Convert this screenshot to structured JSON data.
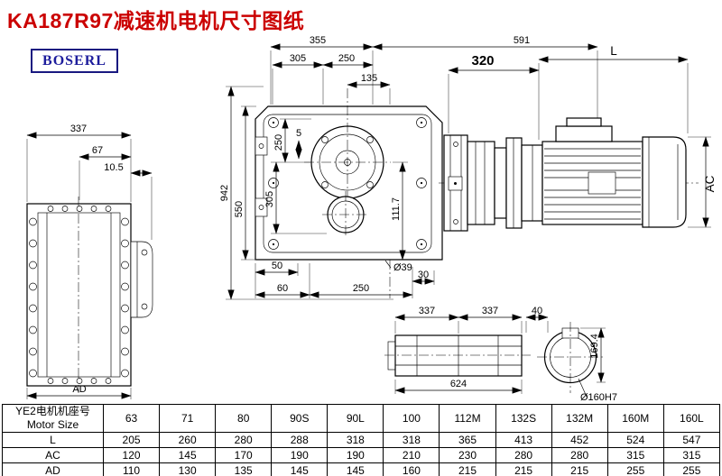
{
  "title": "KA187R97减速机电机尺寸图纸",
  "brand": {
    "logo_text": "BOSERL"
  },
  "colors": {
    "title_red": "#cb0000",
    "brand_blue": "#1d1d9c",
    "line_black": "#000000",
    "background": "#ffffff"
  },
  "dims": {
    "left_337": "337",
    "left_67": "67",
    "left_10_5": "10.5",
    "left_AD": "AD",
    "top_355": "355",
    "top_591": "591",
    "top_305": "305",
    "top_250": "250",
    "top_135": "135",
    "v_250": "250",
    "v_5": "5",
    "v_305": "305",
    "v_550": "550",
    "v_942": "942",
    "v_111_7": "111.7",
    "b_50": "50",
    "b_60": "60",
    "b_250": "250",
    "b_dia39": "Ø39",
    "b_30": "30",
    "m_320": "320",
    "m_L": "L",
    "m_AC": "AC",
    "s_337a": "337",
    "s_337b": "337",
    "s_624": "624",
    "e_40": "40",
    "e_169_4": "169.4",
    "e_dia160": "Ø160H7"
  },
  "table": {
    "row_header_line1": "YE2电机机座号",
    "row_header_line2": "Motor Size",
    "columns": [
      "63",
      "71",
      "80",
      "90S",
      "90L",
      "100",
      "112M",
      "132S",
      "132M",
      "160M",
      "160L"
    ],
    "rows": [
      {
        "label": "L",
        "values": [
          "205",
          "260",
          "280",
          "288",
          "318",
          "318",
          "365",
          "413",
          "452",
          "524",
          "547"
        ]
      },
      {
        "label": "AC",
        "values": [
          "120",
          "145",
          "170",
          "190",
          "190",
          "210",
          "230",
          "280",
          "280",
          "315",
          "315"
        ]
      },
      {
        "label": "AD",
        "values": [
          "110",
          "130",
          "135",
          "145",
          "145",
          "160",
          "215",
          "215",
          "215",
          "255",
          "255"
        ]
      }
    ]
  }
}
